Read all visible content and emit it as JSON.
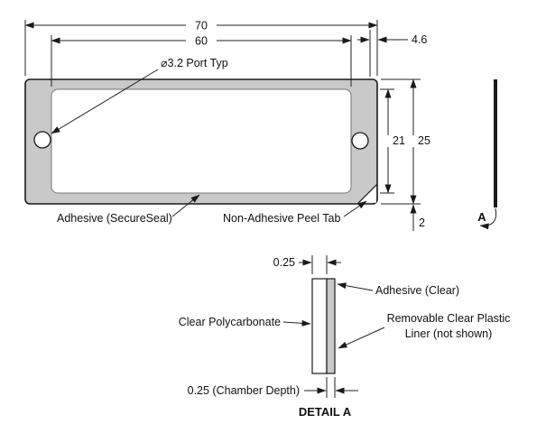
{
  "colors": {
    "adhesive": "#c9c9c9",
    "line": "#1a1a1a",
    "background": "#ffffff"
  },
  "top_view": {
    "dim_outer_width": "70",
    "dim_inner_width": "60",
    "dim_tab_offset": "4.6",
    "dim_inner_height": "21",
    "dim_outer_height": "25",
    "dim_bottom_wall": "2",
    "port_label": "⌀3.2 Port Typ",
    "adhesive_label": "Adhesive (SecureSeal)",
    "peel_tab_label": "Non-Adhesive Peel Tab"
  },
  "side_view": {
    "view_label": "A"
  },
  "detail_a": {
    "dim_thickness": "0.25",
    "adhesive_label": "Adhesive (Clear)",
    "substrate_label": "Clear Polycarbonate",
    "liner_label_line1": "Removable Clear Plastic",
    "liner_label_line2": "Liner (not shown)",
    "dim_chamber_depth": "0.25 (Chamber Depth)",
    "title": "DETAIL A"
  }
}
